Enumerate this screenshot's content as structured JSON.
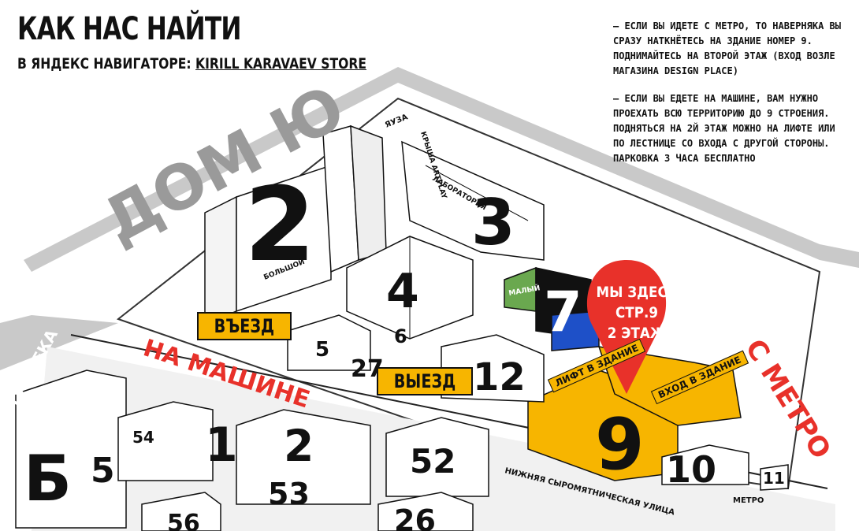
{
  "header": {
    "title": "КАК НАС НАЙТИ",
    "subtitle_prefix": "В ЯНДЕКС НАВИГАТОРЕ: ",
    "subtitle_link": "KIRILL KARAVAEV STORE"
  },
  "notes": {
    "metro": "— ЕСЛИ ВЫ ИДЕТЕ С МЕТРО, ТО НАВЕРНЯКА ВЫ СРАЗУ НАТКНЁТЕСЬ НА ЗДАНИЕ НОМЕР 9. ПОДНИМАЙТЕСЬ НА ВТОРОЙ ЭТАЖ (ВХОД ВОЗЛЕ МАГАЗИНА DESIGN PLACE)",
    "car": "— ЕСЛИ ВЫ ЕДЕТЕ НА МАШИНЕ, ВАМ НУЖНО ПРОЕХАТЬ ВСЮ ТЕРРИТОРИЮ ДО 9 СТРОЕНИЯ. ПОДНЯТЬСЯ НА 2Й ЭТАЖ МОЖНО НА ЛИФТЕ ИЛИ ПО ЛЕСТНИЦЕ СО ВХОДА С ДРУГОЙ СТОРОНЫ. ПАРКОВКА 3 ЧАСА БЕСПЛАТНО"
  },
  "labels": {
    "dom_yu": "ДОМ Ю",
    "entry": "ВЪЕЗД",
    "exit": "ВЫЕЗД",
    "by_car": "НА МАШИНЕ",
    "from_metro": "С МЕТРО",
    "lift": "ЛИФТ В ЗДАНИЕ",
    "entrance": "ВХОД В ЗДАНИЕ",
    "river_tut": "ТУТ РЕКА",
    "river_yauza": "ЯУЗА",
    "roof_artplay": "КРЫША ARTPLAY",
    "street": "НИЖНЯЯ СЫРОМЯТНИЧЕСКАЯ УЛИЦА",
    "metro_arrow": "МЕТРО",
    "big_hall": "БОЛЬШОЙ",
    "small_hall": "МАЛЫЙ",
    "laboratory": "ЛАБОРАТОРИЯ"
  },
  "pin": {
    "line1": "МЫ ЗДЕСЬ",
    "line2": "СТР.9",
    "line3": "2 ЭТАЖ"
  },
  "colors": {
    "highlight": "#f7b500",
    "accent_red": "#e8312a",
    "blue": "#1e50c8",
    "green": "#6aa84f",
    "gray_letters": "#9a9a9a"
  },
  "buildings": {
    "b2_big": "2",
    "b3": "3",
    "b4": "4",
    "b7": "7",
    "b5": "5",
    "b6": "6",
    "b12": "12",
    "b9": "9",
    "b10": "10",
    "b11": "11",
    "b1": "1",
    "b2_low": "2",
    "b52": "52",
    "b53": "53",
    "b54": "54",
    "b5_low": "5",
    "b_b": "Б",
    "b56": "56",
    "b26": "26",
    "b27": "27"
  }
}
